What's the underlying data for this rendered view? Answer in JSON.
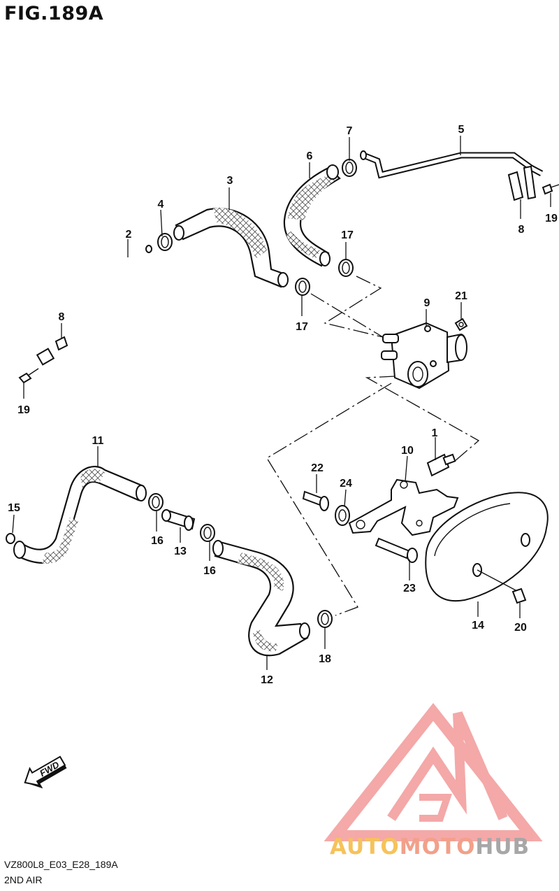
{
  "figure": {
    "title": "FIG.189A",
    "code": "VZ800L8_E03_E28_189A",
    "name": "2ND AIR"
  },
  "fwd_label": "FWD",
  "logo": {
    "text_part1": "AUTO",
    "text_part2": "MOTO",
    "text_part3": "HUB",
    "colors": {
      "triangle": "#f39a9a",
      "auto": "#f6c25a",
      "moto": "#f2a08a",
      "hub": "#a7a7a7"
    }
  },
  "callouts": {
    "c1": "1",
    "c2": "2",
    "c3": "3",
    "c4": "4",
    "c5": "5",
    "c6": "6",
    "c7": "7",
    "c8a": "8",
    "c8b": "8",
    "c9": "9",
    "c10": "10",
    "c11": "11",
    "c12": "12",
    "c13": "13",
    "c14": "14",
    "c15": "15",
    "c16a": "16",
    "c16b": "16",
    "c17a": "17",
    "c17b": "17",
    "c18": "18",
    "c19a": "19",
    "c19b": "19",
    "c20": "20",
    "c21": "21",
    "c22": "22",
    "c23": "23",
    "c24": "24"
  }
}
